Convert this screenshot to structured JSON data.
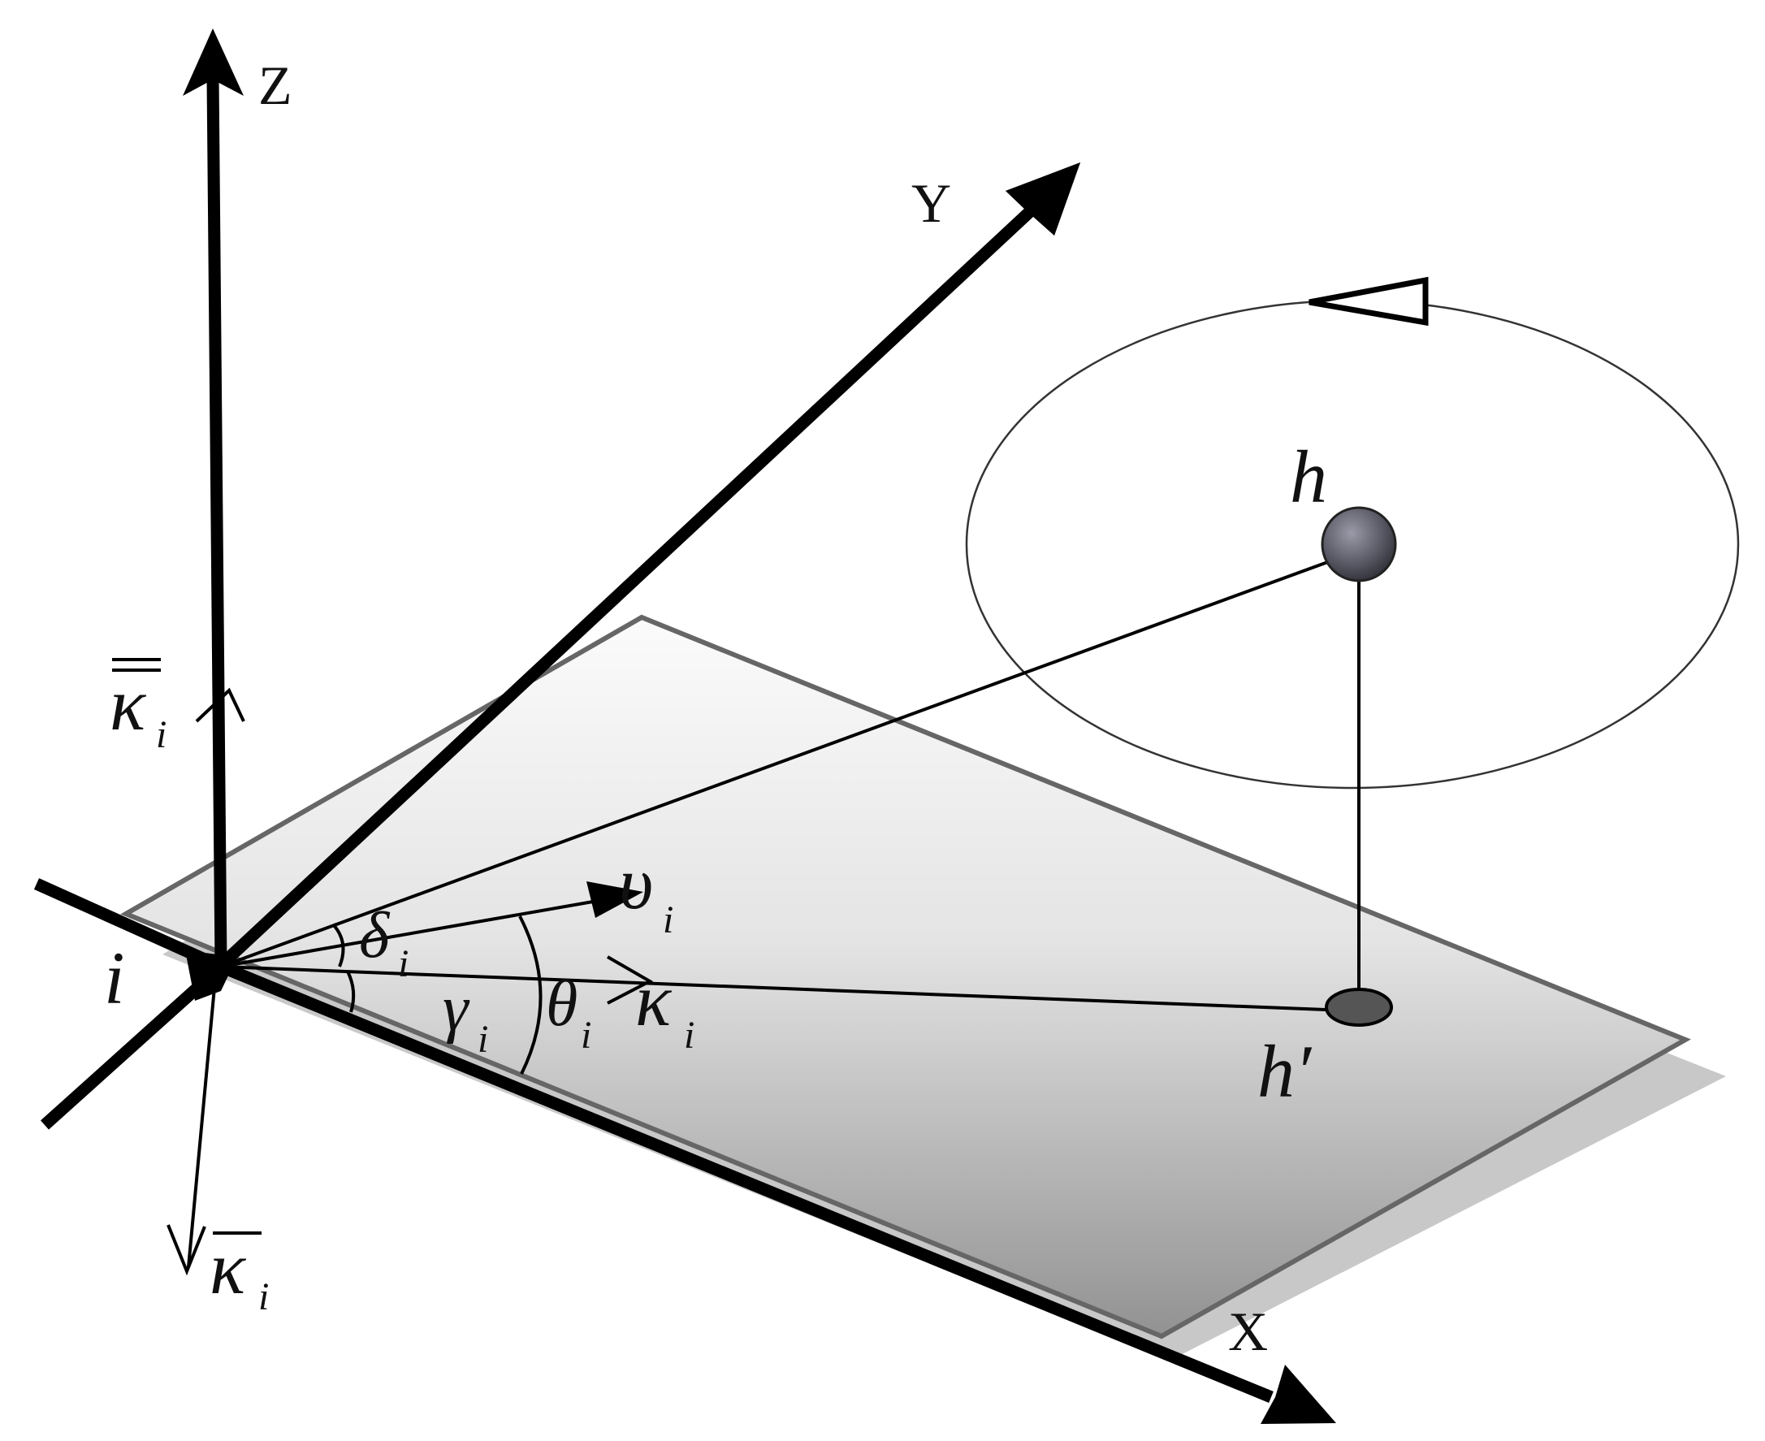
{
  "axes": {
    "z_label": "Z",
    "y_label": "Y",
    "x_label": "X"
  },
  "points": {
    "origin_label": "i",
    "hub_label": "h",
    "hub_projection_label": "h′"
  },
  "symbols": {
    "kappa_double_bar": "κ",
    "kappa_bar": "κ",
    "kappa": "κ",
    "upsilon": "υ",
    "delta": "δ",
    "gamma": "γ",
    "theta": "θ",
    "subscript": "i"
  },
  "colors": {
    "stroke": "#000000",
    "plane_top": "#fbfbfb",
    "plane_bottom": "#959595",
    "plane_edge": "#666666",
    "shadow": "#c8c8c8",
    "sphere": "#5a5a66",
    "ellipse_fill": "#555555"
  }
}
